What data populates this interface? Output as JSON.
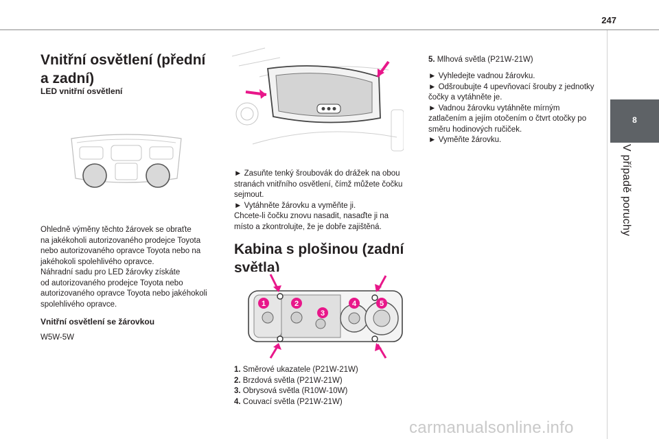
{
  "page": {
    "number": "247"
  },
  "side": {
    "chapter_number": "8",
    "chapter_title": "V případě poruchy"
  },
  "col1": {
    "title_line1": "Vnitřní osvětlení (přední",
    "title_line2": "a zadní)",
    "sub_led": "LED vnitřní osvětlení",
    "para": [
      "Ohledně výměny těchto žárovek se obraťte",
      "na jakékoholi autorizovaného prodejce Toyota",
      "nebo autorizovaného opravce Toyota nebo na",
      "jakéhokoli spolehlivého opravce.",
      "Náhradní sadu pro LED žárovky získáte",
      "od autorizovaného prodejce Toyota nebo",
      "autorizovaného opravce Toyota nebo jakéhokoli",
      "spolehlivého opravce."
    ],
    "sub_bulb": "Vnitřní osvětlení se žárovkou",
    "bulb_type": "W5W-5W"
  },
  "col2": {
    "steps": [
      "► Zasuňte tenký šroubovák do drážek na obou",
      "stranách vnitřního osvětlení, čímž můžete čočku",
      "sejmout.",
      "► Vytáhněte žárovku a vyměňte ji.",
      "Chcete-li čočku znovu nasadit, nasaďte ji na",
      "místo a zkontrolujte, že je dobře zajištěná."
    ],
    "title_line1": "Kabina s plošinou (zadní",
    "title_line2": "světla)",
    "list": [
      {
        "num": "1.",
        "text": "Směrové ukazatele (P21W-21W)"
      },
      {
        "num": "2.",
        "text": "Brzdová světla (P21W-21W)"
      },
      {
        "num": "3.",
        "text": "Obrysová světla (R10W-10W)"
      },
      {
        "num": "4.",
        "text": "Couvací světla (P21W-21W)"
      }
    ],
    "callouts": [
      "1",
      "2",
      "3",
      "4",
      "5"
    ]
  },
  "col3": {
    "item_num": "5.",
    "item_text": "Mlhová světla (P21W-21W)",
    "steps": [
      "► Vyhledejte vadnou žárovku.",
      "► Odšroubujte 4 upevňovací šrouby z jednotky",
      "čočky a vytáhněte je.",
      "► Vadnou žárovku vytáhněte mírným",
      "zatlačením a jejím otočením o čtvrt otočky po",
      "směru hodinových ručiček.",
      "► Vyměňte žárovku."
    ]
  },
  "watermark": "carmanualsonline.info",
  "colors": {
    "accent": "#e8178a",
    "tab": "#5e6266"
  }
}
